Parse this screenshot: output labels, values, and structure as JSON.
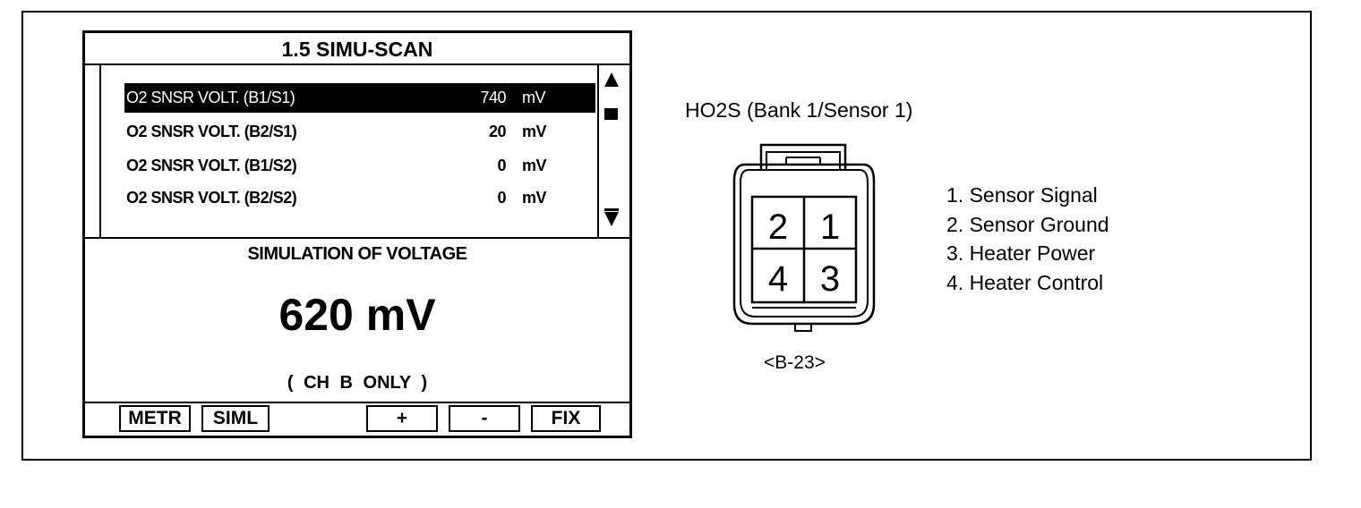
{
  "scanner": {
    "title": "1.5  SIMU-SCAN",
    "rows": [
      {
        "name": "O2 SNSR VOLT. (B1/S1)",
        "value": "740",
        "unit": "mV",
        "selected": true
      },
      {
        "name": "O2 SNSR VOLT. (B2/S1)",
        "value": "20",
        "unit": "mV",
        "selected": false
      },
      {
        "name": "O2 SNSR VOLT. (B1/S2)",
        "value": "0",
        "unit": "mV",
        "selected": false
      },
      {
        "name": "O2 SNSR VOLT. (B2/S2)",
        "value": "0",
        "unit": "mV",
        "selected": false
      }
    ],
    "simulation_label": "SIMULATION OF VOLTAGE",
    "simulation_value": "620  mV",
    "simulation_note": "( CH B ONLY )",
    "function_keys": {
      "metr": "METR",
      "siml": "SIML",
      "plus": "+",
      "minus": "-",
      "fix": "FIX"
    }
  },
  "connector": {
    "title": "HO2S (Bank 1/Sensor 1)",
    "id": "<B-23>",
    "pins": [
      "2",
      "1",
      "4",
      "3"
    ],
    "legend": [
      "1. Sensor Signal",
      "2. Sensor Ground",
      "3. Heater Power",
      "4. Heater Control"
    ]
  },
  "icons": [
    "scroll-up-icon",
    "scroll-thumb-icon",
    "scroll-down-icon"
  ]
}
